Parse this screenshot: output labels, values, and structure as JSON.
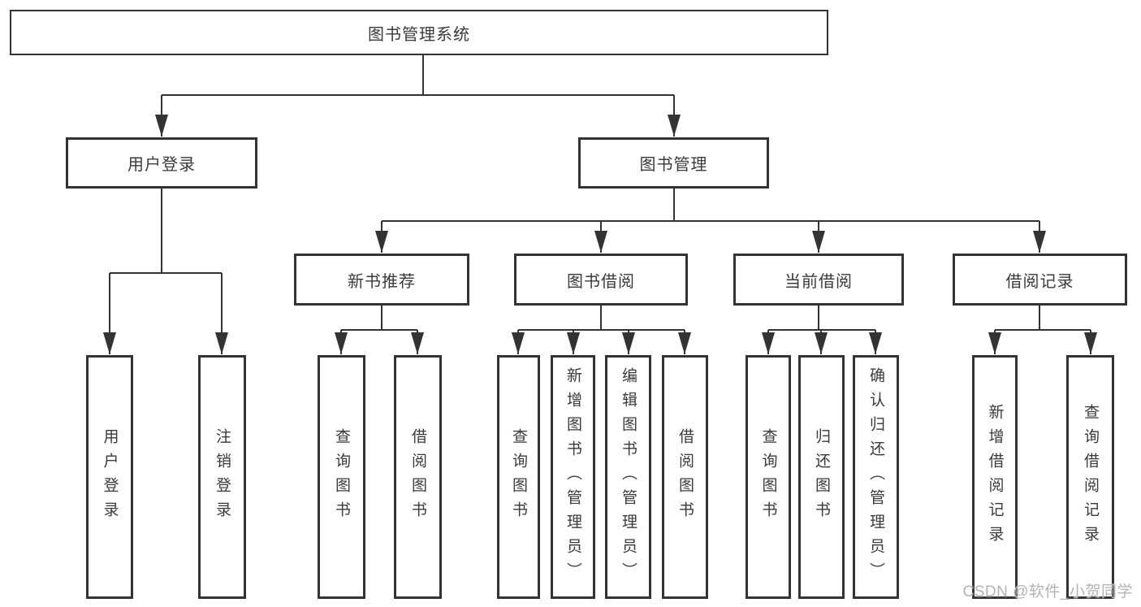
{
  "diagram": {
    "root": {
      "label": "图书管理系统"
    },
    "branches": [
      {
        "label": "用户登录",
        "children": [
          {
            "label": "用户登录"
          },
          {
            "label": "注销登录"
          }
        ]
      },
      {
        "label": "图书管理",
        "groups": [
          {
            "label": "新书推荐",
            "children": [
              {
                "label": "查询图书"
              },
              {
                "label": "借阅图书"
              }
            ]
          },
          {
            "label": "图书借阅",
            "children": [
              {
                "label": "查询图书"
              },
              {
                "label": "新增图书（管理员）"
              },
              {
                "label": "编辑图书（管理员）"
              },
              {
                "label": "借阅图书"
              }
            ]
          },
          {
            "label": "当前借阅",
            "children": [
              {
                "label": "查询图书"
              },
              {
                "label": "归还图书"
              },
              {
                "label": "确认归还（管理员）"
              }
            ]
          },
          {
            "label": "借阅记录",
            "children": [
              {
                "label": "新增借阅记录"
              },
              {
                "label": "查询借阅记录"
              }
            ]
          }
        ]
      }
    ]
  },
  "watermark": {
    "text": "CSDN @软件_小贺同学"
  },
  "colors": {
    "line": "#333333",
    "text": "#3a3a3a",
    "watermark": "#b3b3b3",
    "background": "#ffffff"
  }
}
